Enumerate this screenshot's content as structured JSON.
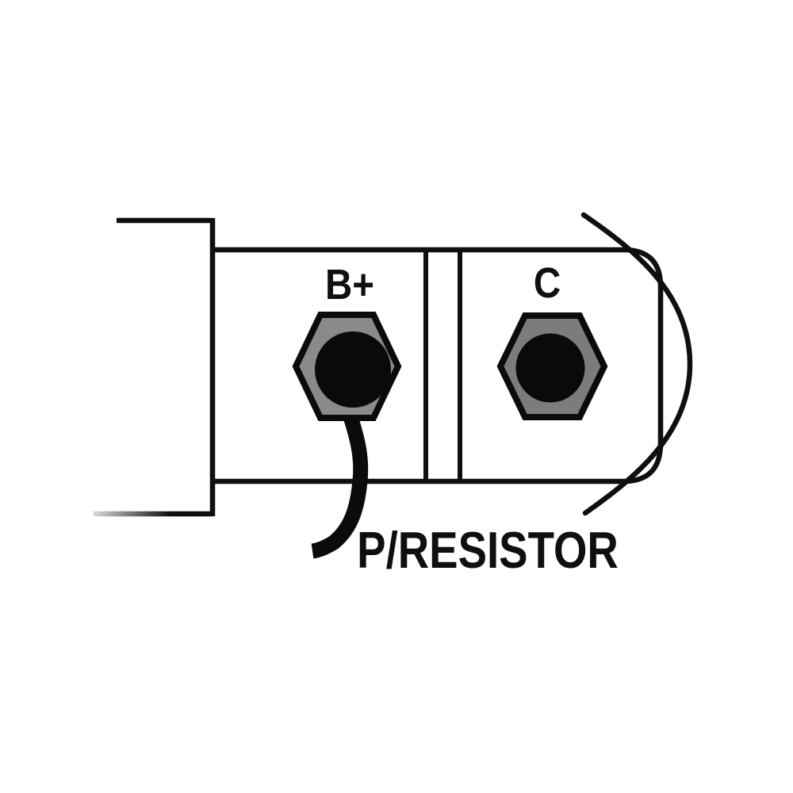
{
  "diagram": {
    "terminals": [
      {
        "label": "B+",
        "nut_fill": "#8a8a8a"
      },
      {
        "label": "C",
        "nut_fill": "#7c7c7c"
      }
    ],
    "wire_label": "P/RESISTOR",
    "colors": {
      "line": "#0f0f0f",
      "background": "#ffffff",
      "nut_center": "#0a0a0a"
    }
  }
}
